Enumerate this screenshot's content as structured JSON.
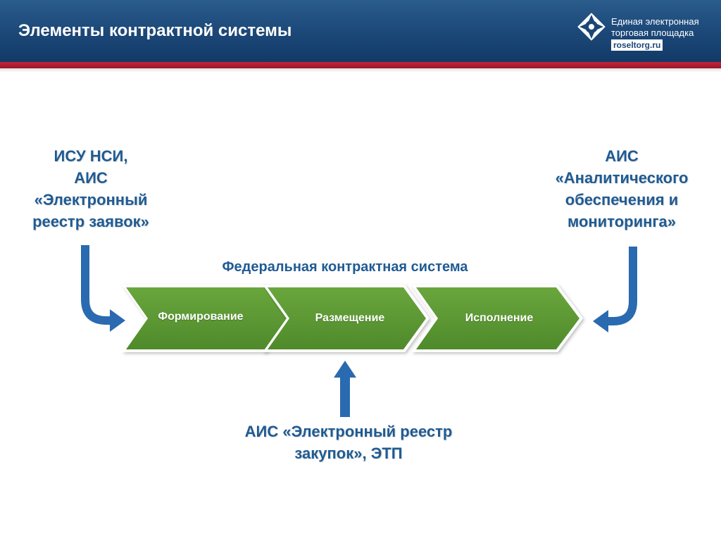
{
  "header": {
    "title": "Элементы контрактной системы",
    "logo": {
      "line1": "Единая электронная",
      "line2": "торговая площадка",
      "url": "roseltorg.ru"
    }
  },
  "colors": {
    "header_blue": "#1b4777",
    "accent_red": "#b01e31",
    "text_blue": "#1f5b93",
    "arrow_blue": "#2a6ab0",
    "chevron_green": "#5f9a36"
  },
  "diagram": {
    "system_title": "Федеральная контрактная система",
    "stages": [
      "Формирование",
      "Размещение",
      "Исполнение"
    ],
    "sources": {
      "left": [
        "ИСУ НСИ,",
        "АИС",
        "«Электронный",
        "реестр заявок»"
      ],
      "right": [
        "АИС",
        "«Аналитического",
        "обеспечения и",
        "мониторинга»"
      ],
      "bottom": [
        "АИС «Электронный реестр",
        "закупок», ЭТП"
      ]
    }
  }
}
